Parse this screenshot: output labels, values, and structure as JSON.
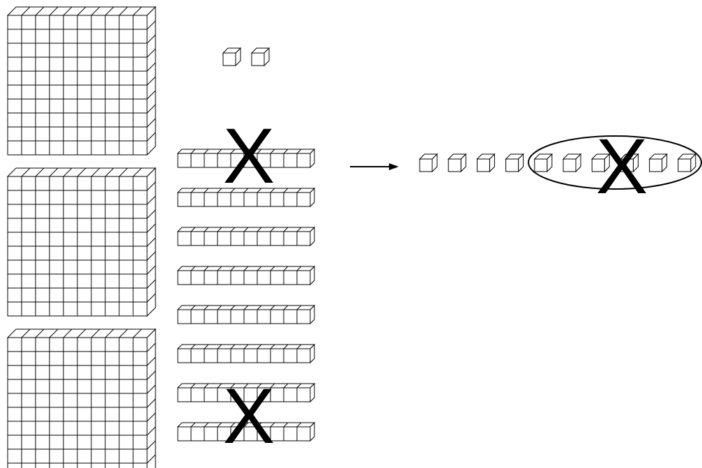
{
  "figure": {
    "hundreds_flats": 3,
    "tens_rods": 8,
    "loose_ones": 2,
    "regrouped_ones": 10,
    "crossed_rods": [
      1,
      7
    ],
    "circled_ones_start": 5,
    "circled_ones_count": 6,
    "cross_mark": "X",
    "arrow": "right-arrow",
    "stroke_color": "#000000",
    "fill_color": "#ffffff"
  }
}
